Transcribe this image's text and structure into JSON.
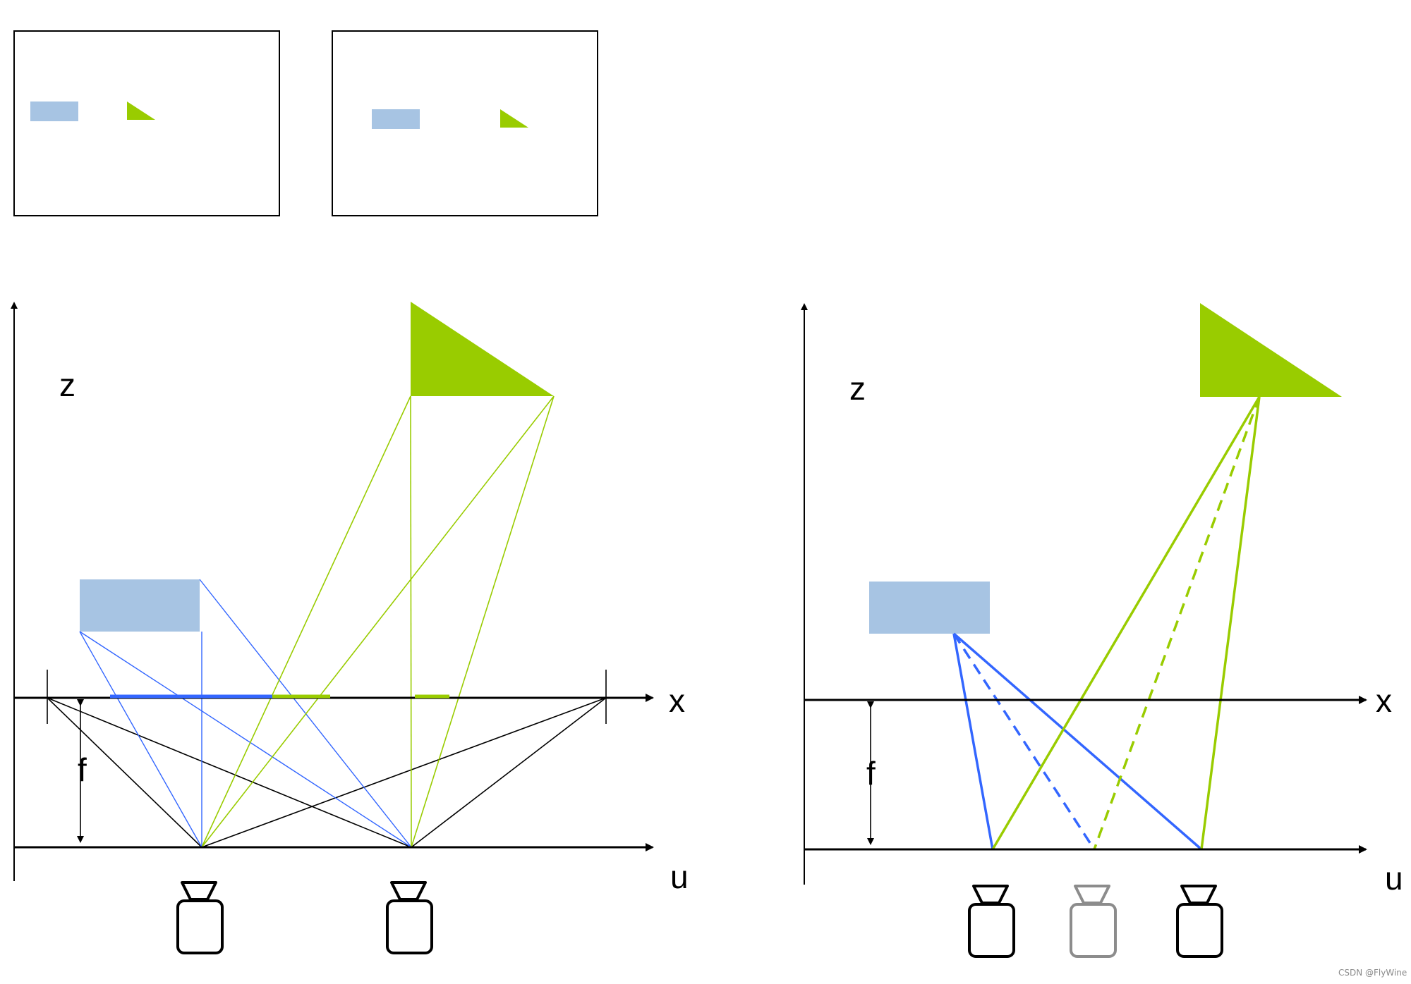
{
  "colors": {
    "object_blue": "#a7c4e3",
    "ray_blue": "#3366ff",
    "green": "#99cc00",
    "black": "#000000",
    "ghost_gray": "#8c8c8c"
  },
  "left_diagram": {
    "z_label": "z",
    "x_label": "x",
    "u_label": "u",
    "f_label": "f"
  },
  "right_diagram": {
    "z_label": "z",
    "x_label": "x",
    "u_label": "u",
    "f_label": "f"
  },
  "watermark": "CSDN @FlyWine"
}
